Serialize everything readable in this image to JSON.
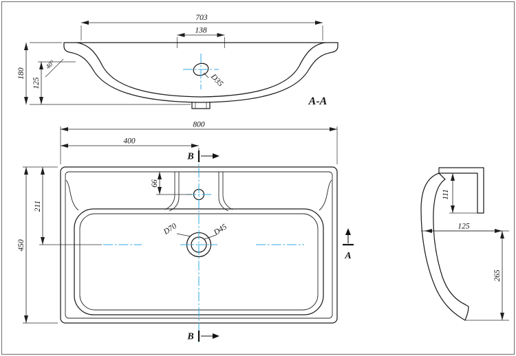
{
  "drawing": {
    "background_color": "#ffffff",
    "line_color": "#1c1c1c",
    "centerline_color": "#2fa8e0",
    "section_aa": {
      "label": "A-A",
      "dim_width_inner": "703",
      "dim_deck_width": "138",
      "dim_height_total": "180",
      "dim_bowl_depth": "125",
      "dim_drain_diameter": "D35",
      "dim_rim_angle": "40°"
    },
    "plan_view": {
      "dim_width_total": "800",
      "dim_width_half": "400",
      "dim_faucet_offset": "66",
      "dim_drain_from_back": "211",
      "dim_depth_total": "450",
      "dim_drain_outer": "D70",
      "dim_drain_inner": "D45",
      "section_b_label": "B",
      "section_a_label": "A"
    },
    "side_view": {
      "dim_wall_height": "111",
      "dim_ledge_depth": "125",
      "dim_front_height": "265"
    }
  }
}
